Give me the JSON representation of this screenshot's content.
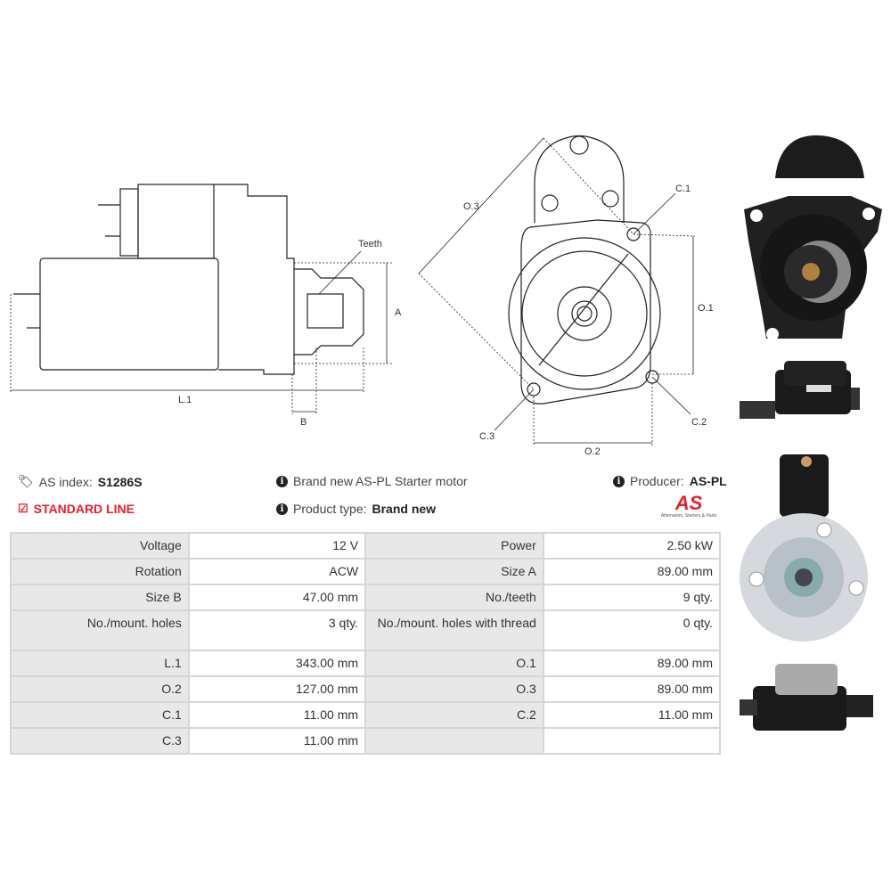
{
  "diagram_side": {
    "labels": {
      "teeth": "Teeth",
      "a": "A",
      "b": "B",
      "l1": "L.1"
    }
  },
  "diagram_front": {
    "labels": {
      "o3": "O.3",
      "c1": "C.1",
      "o1": "O.1",
      "c2": "C.2",
      "c3": "C.3",
      "o2": "O.2"
    }
  },
  "info": {
    "as_index_label": "AS index:",
    "as_index_value": "S1286S",
    "line": "STANDARD LINE",
    "description": "Brand new AS-PL Starter motor",
    "product_type_label": "Product type:",
    "product_type_value": "Brand new",
    "producer_label": "Producer:",
    "producer_value": "AS-PL",
    "logo_text": "AS",
    "logo_tagline": "Alternators, Starters & Parts"
  },
  "colors": {
    "accent_red": "#e8202a",
    "label_bg": "#e8e8e8",
    "border": "#d6d6d6"
  },
  "specs": [
    [
      {
        "label": "Voltage",
        "value": "12 V"
      },
      {
        "label": "Power",
        "value": "2.50 kW"
      }
    ],
    [
      {
        "label": "Rotation",
        "value": "ACW"
      },
      {
        "label": "Size A",
        "value": "89.00 mm"
      }
    ],
    [
      {
        "label": "Size B",
        "value": "47.00 mm"
      },
      {
        "label": "No./teeth",
        "value": "9 qty."
      }
    ],
    [
      {
        "label": "No./mount. holes",
        "value": "3 qty."
      },
      {
        "label": "No./mount. holes with thread",
        "value": "0 qty."
      }
    ],
    [
      {
        "label": "L.1",
        "value": "343.00 mm"
      },
      {
        "label": "O.1",
        "value": "89.00 mm"
      }
    ],
    [
      {
        "label": "O.2",
        "value": "127.00 mm"
      },
      {
        "label": "O.3",
        "value": "89.00 mm"
      }
    ],
    [
      {
        "label": "C.1",
        "value": "11.00 mm"
      },
      {
        "label": "C.2",
        "value": "11.00 mm"
      }
    ],
    [
      {
        "label": "C.3",
        "value": "11.00 mm"
      },
      {
        "label": "",
        "value": ""
      }
    ]
  ]
}
